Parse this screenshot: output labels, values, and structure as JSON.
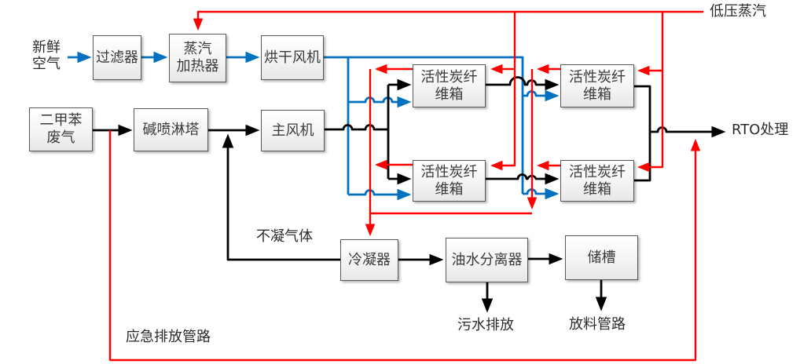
{
  "colors": {
    "black": "#000000",
    "red": "#ff0000",
    "blue": "#0070c0"
  },
  "nodes": {
    "filter": {
      "label": "过滤器"
    },
    "steam_heater": {
      "label": "蒸汽\n加热器"
    },
    "drying_fan": {
      "label": "烘干风机"
    },
    "xylene_waste_gas": {
      "label": "二甲苯\n废气"
    },
    "alkali_spray_tower": {
      "label": "碱喷淋塔"
    },
    "main_fan": {
      "label": "主风机"
    },
    "acf_box_top_left": {
      "label": "活性炭纤\n维箱"
    },
    "acf_box_top_right": {
      "label": "活性炭纤\n维箱"
    },
    "acf_box_bottom_left": {
      "label": "活性炭纤\n维箱"
    },
    "acf_box_bottom_right": {
      "label": "活性炭纤\n维箱"
    },
    "condenser": {
      "label": "冷凝器"
    },
    "oil_water_separator": {
      "label": "油水分离器"
    },
    "storage_tank": {
      "label": "储槽"
    }
  },
  "labels": {
    "fresh_air": "新鲜\n空气",
    "low_pressure_steam": "低压蒸汽",
    "rto_treatment": "RTO处理",
    "non_condensable_gas": "不凝气体",
    "sewage_discharge": "污水排放",
    "material_discharge_line": "放料管路",
    "emergency_discharge_line": "应急排放管路"
  }
}
